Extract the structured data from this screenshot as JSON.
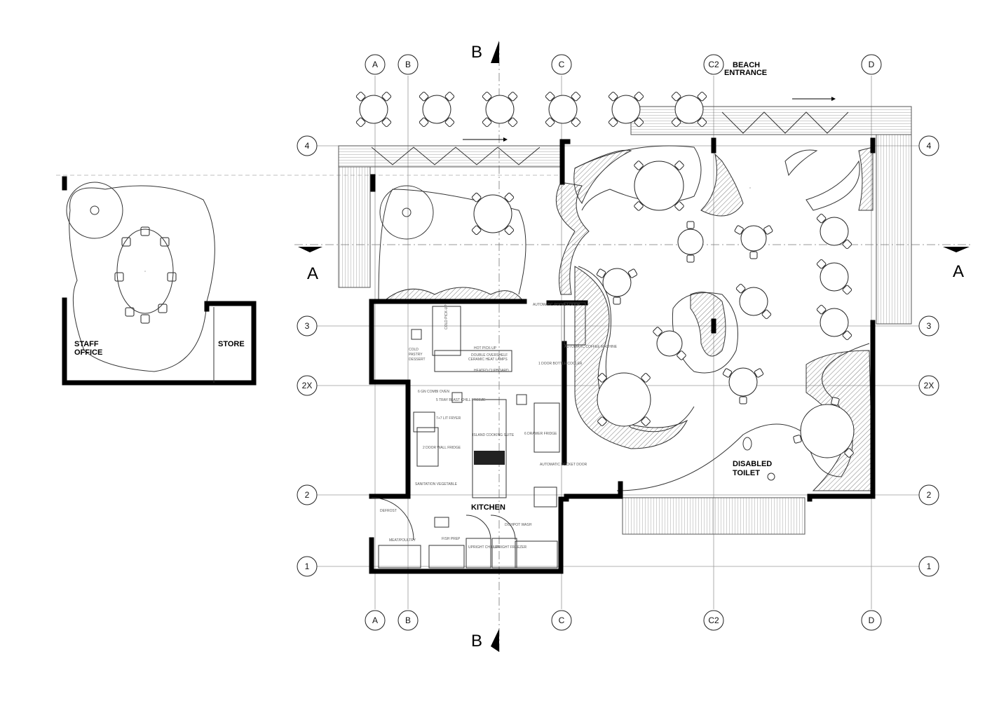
{
  "grid": {
    "columns": [
      "A",
      "B",
      "C",
      "C2",
      "D"
    ],
    "rows": [
      "4",
      "3",
      "2X",
      "2",
      "1"
    ]
  },
  "sections": {
    "a": "A",
    "b": "B"
  },
  "labels": {
    "beach_entrance_1": "BEACH",
    "beach_entrance_2": "ENTRANCE",
    "staff_office_1": "STAFF",
    "staff_office_2": "OFFICE",
    "store": "STORE",
    "kitchen": "KITCHEN",
    "disabled_toilet_1": "DISABLED",
    "disabled_toilet_2": "TOILET"
  },
  "kitchen_labels": {
    "cold_pastry_1": "COLD",
    "cold_pastry_2": "PASTRY",
    "cold_pastry_3": "DESSERT",
    "hot_pickup": "HOT PICK-UP",
    "cold_pickup": "COLD PICK-UP",
    "double_overshelf": "DOUBLE OVERSHELF",
    "ceramic_heat_lamps": "CERAMIC HEAT LAMPS",
    "heated_cupboard": "HEATED CUPBOARD",
    "automatic_pocket_door": "AUTOMATIC POCKET DOOR",
    "bottle_cooler": "1 DOOR BOTTLE COOLER",
    "coffee_machine": "AUTOMATIC COFFEE MACHINE",
    "combi_oven": "6 GN COMBI OVEN",
    "blast_chill": "5 TRAY BLAST CHILL FREEZE",
    "fryer": "7+7 LIT FRYER",
    "wall_fridge": "2 DOOR WALL FRIDGE",
    "cooking_suite": "ISLAND COOKING SUITE",
    "drawer_fridge": "6 DRAWER FRIDGE",
    "automatic_pocket_door_2": "AUTOMATIC POCKET DOOR",
    "sanitation": "SANITATION VEGETABLE",
    "meat_poultry": "MEAT/POULTRY",
    "fish_prep": "FISH PREP",
    "upright_chiller": "UPRIGHT CHILLER",
    "upright_freezer": "UPRIGHT FREEZER",
    "dishpot_wash": "DISHPOT WASH",
    "defrost": "DEFROST"
  },
  "colors": {
    "line": "#000000",
    "grid": "#9a9a9a"
  }
}
